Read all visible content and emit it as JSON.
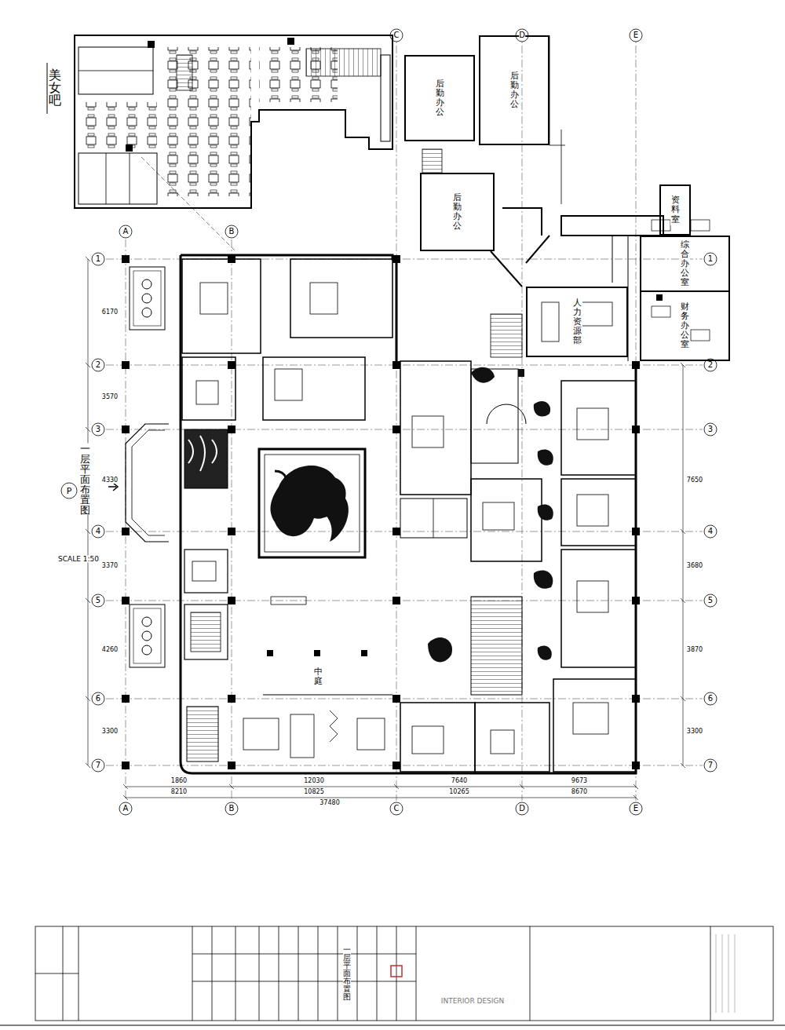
{
  "diagram": {
    "nodes": [
      {
        "text": [
          "后勤办公"
        ]
      },
      {
        "text": [
          "后勤办公"
        ]
      },
      {
        "text": [
          "后勤办公"
        ]
      },
      {
        "text": [
          "资料室"
        ]
      },
      {
        "text": [
          "综合办公室"
        ]
      },
      {
        "text": [
          "财务办公室"
        ]
      },
      {
        "text": [
          "人力资源部"
        ]
      },
      {
        "text": [
          "中庭"
        ]
      }
    ],
    "labels": [
      "美女吧",
      "一层平面布置图",
      "SCALE 1:50",
      "P",
      "A",
      "B",
      "C",
      "D",
      "E",
      "A",
      "B",
      "C",
      "D",
      "E",
      "1",
      "2",
      "3",
      "4",
      "5",
      "6",
      "7",
      "1",
      "2",
      "3",
      "4",
      "5",
      "6",
      "7",
      "1860",
      "12030",
      "7640",
      "9673",
      "8210",
      "10825",
      "10265",
      "8670",
      "37480",
      "6170",
      "3570",
      "4330",
      "3370",
      "4260",
      "3300",
      "7650",
      "3680",
      "3870",
      "3300",
      "一层平面布置图",
      "INTERIOR DESIGN"
    ]
  }
}
